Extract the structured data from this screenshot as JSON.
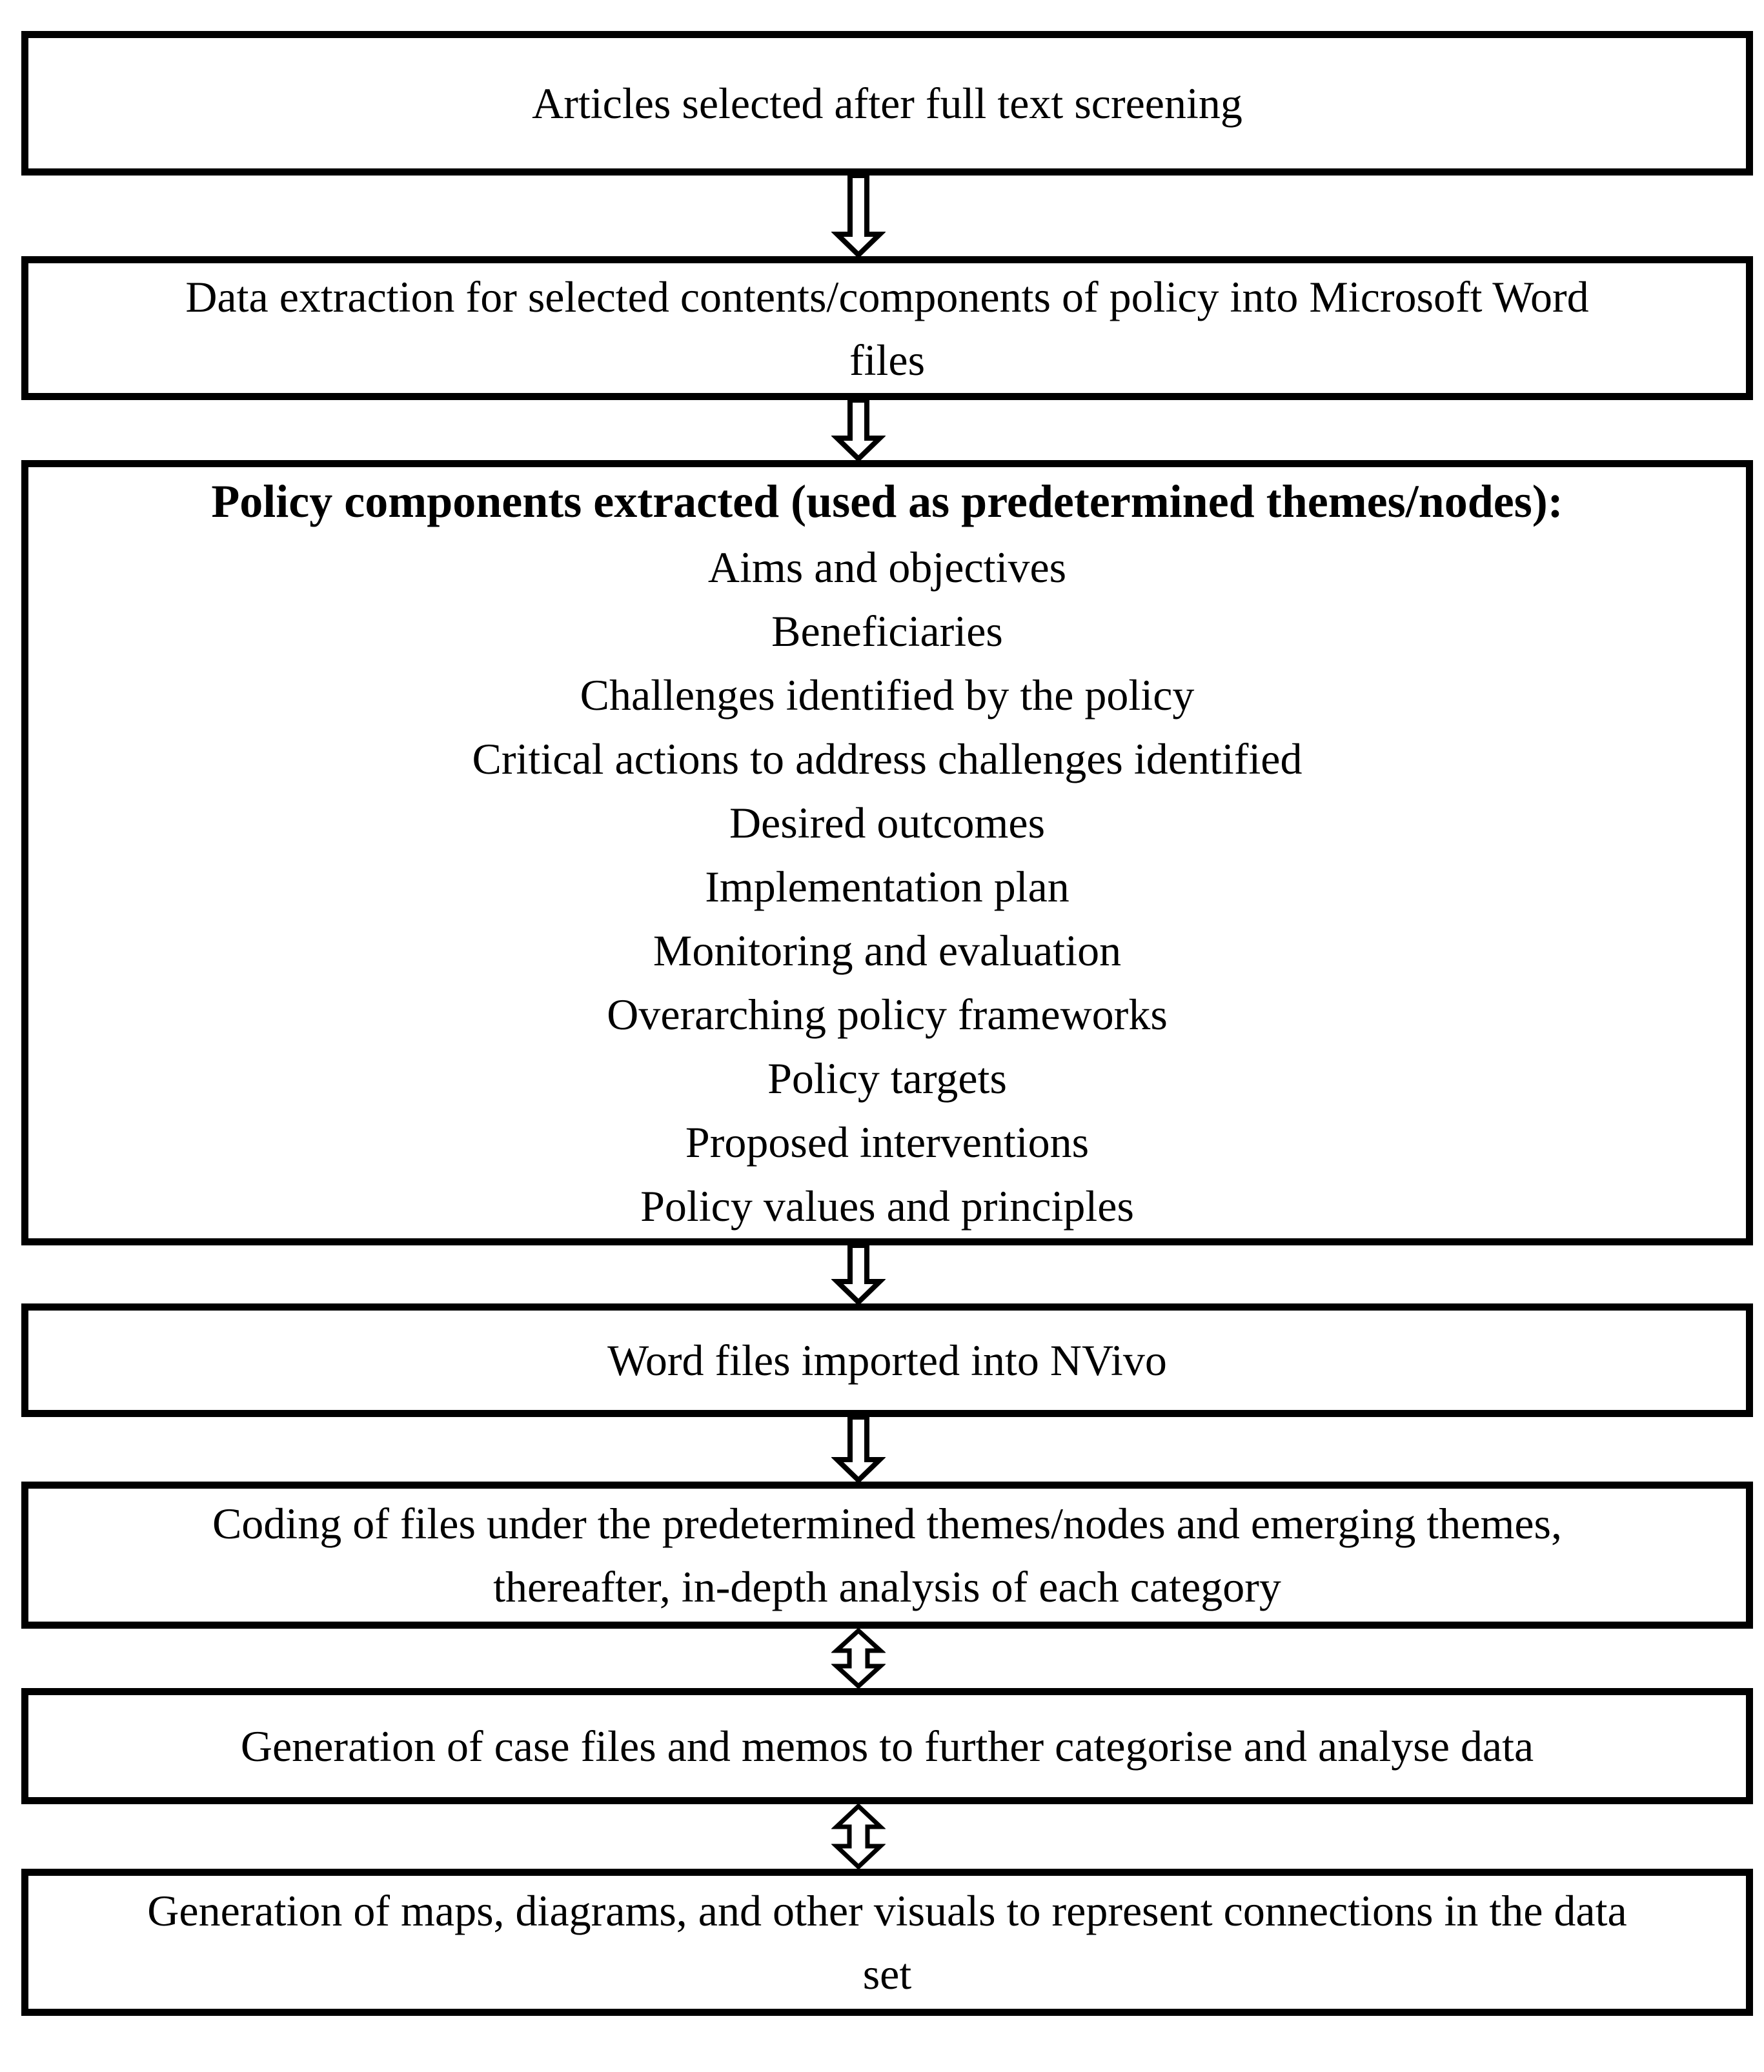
{
  "flowchart": {
    "boxes": [
      {
        "id": "articles-selected",
        "lines": [
          "Articles selected after full text screening"
        ]
      },
      {
        "id": "data-extraction",
        "lines": [
          "Data extraction for selected contents/components of policy into Microsoft Word",
          "files"
        ]
      },
      {
        "id": "policy-components",
        "header": "Policy components extracted (used as predetermined themes/nodes):",
        "items": [
          "Aims and objectives",
          "Beneficiaries",
          "Challenges identified by the policy",
          "Critical actions to address challenges identified",
          "Desired outcomes",
          "Implementation plan",
          "Monitoring and evaluation",
          "Overarching policy frameworks",
          "Policy targets",
          "Proposed interventions",
          "Policy values and principles"
        ]
      },
      {
        "id": "word-files-imported",
        "lines": [
          "Word files imported into NVivo"
        ]
      },
      {
        "id": "coding-of-files",
        "lines": [
          "Coding of files under the predetermined themes/nodes and emerging themes,",
          "thereafter, in-depth analysis of each category"
        ]
      },
      {
        "id": "generation-case-files",
        "lines": [
          "Generation of case files and memos to further categorise and analyse data"
        ]
      },
      {
        "id": "generation-maps",
        "lines": [
          "Generation of maps, diagrams, and other visuals to represent connections in the data",
          "set"
        ]
      }
    ],
    "connectors": [
      {
        "from": "articles-selected",
        "to": "data-extraction",
        "type": "down"
      },
      {
        "from": "data-extraction",
        "to": "policy-components",
        "type": "down"
      },
      {
        "from": "policy-components",
        "to": "word-files-imported",
        "type": "down"
      },
      {
        "from": "word-files-imported",
        "to": "coding-of-files",
        "type": "down"
      },
      {
        "from": "coding-of-files",
        "to": "generation-case-files",
        "type": "both"
      },
      {
        "from": "generation-case-files",
        "to": "generation-maps",
        "type": "both"
      }
    ],
    "colors": {
      "border": "#000000",
      "background": "#ffffff",
      "text": "#000000"
    }
  }
}
